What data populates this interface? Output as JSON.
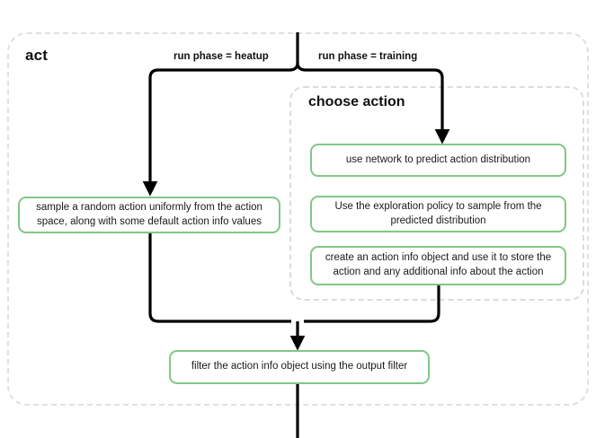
{
  "diagram": {
    "type": "flowchart",
    "title": "act",
    "outer_group": {
      "label": "act",
      "border_style": "dashed",
      "border_color": "#e0e0e0"
    },
    "inner_group": {
      "label": "choose action",
      "border_style": "dashed",
      "border_color": "#dcdcdc"
    },
    "accent_color": "#82c785",
    "line_color": "#000000",
    "edge_labels": {
      "heatup": "run phase = heatup",
      "training": "run phase = training"
    },
    "nodes": {
      "sample_random": "sample a random action uniformly from the action space, along with some default action info values",
      "use_network": "use network to predict action distribution",
      "exploration_policy": "Use the exploration policy to sample from the predicted distribution",
      "create_action_info": "create an action info object and use it to store the action and any additional info about the action",
      "filter_output": "filter the action info object using the output filter"
    }
  }
}
